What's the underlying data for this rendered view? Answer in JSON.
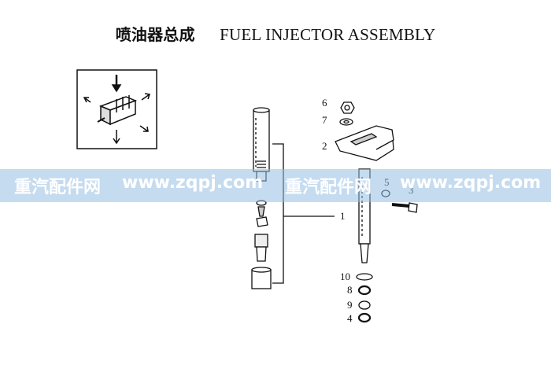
{
  "title": {
    "chinese": "喷油器总成",
    "english": "FUEL INJECTOR ASSEMBLY"
  },
  "callouts": [
    "6",
    "7",
    "2",
    "5",
    "3",
    "1",
    "10",
    "8",
    "9",
    "4"
  ],
  "watermark": [
    "重汽配件网",
    "www.zqpj.com",
    "重汽配件网",
    "www.zqpj.com"
  ]
}
